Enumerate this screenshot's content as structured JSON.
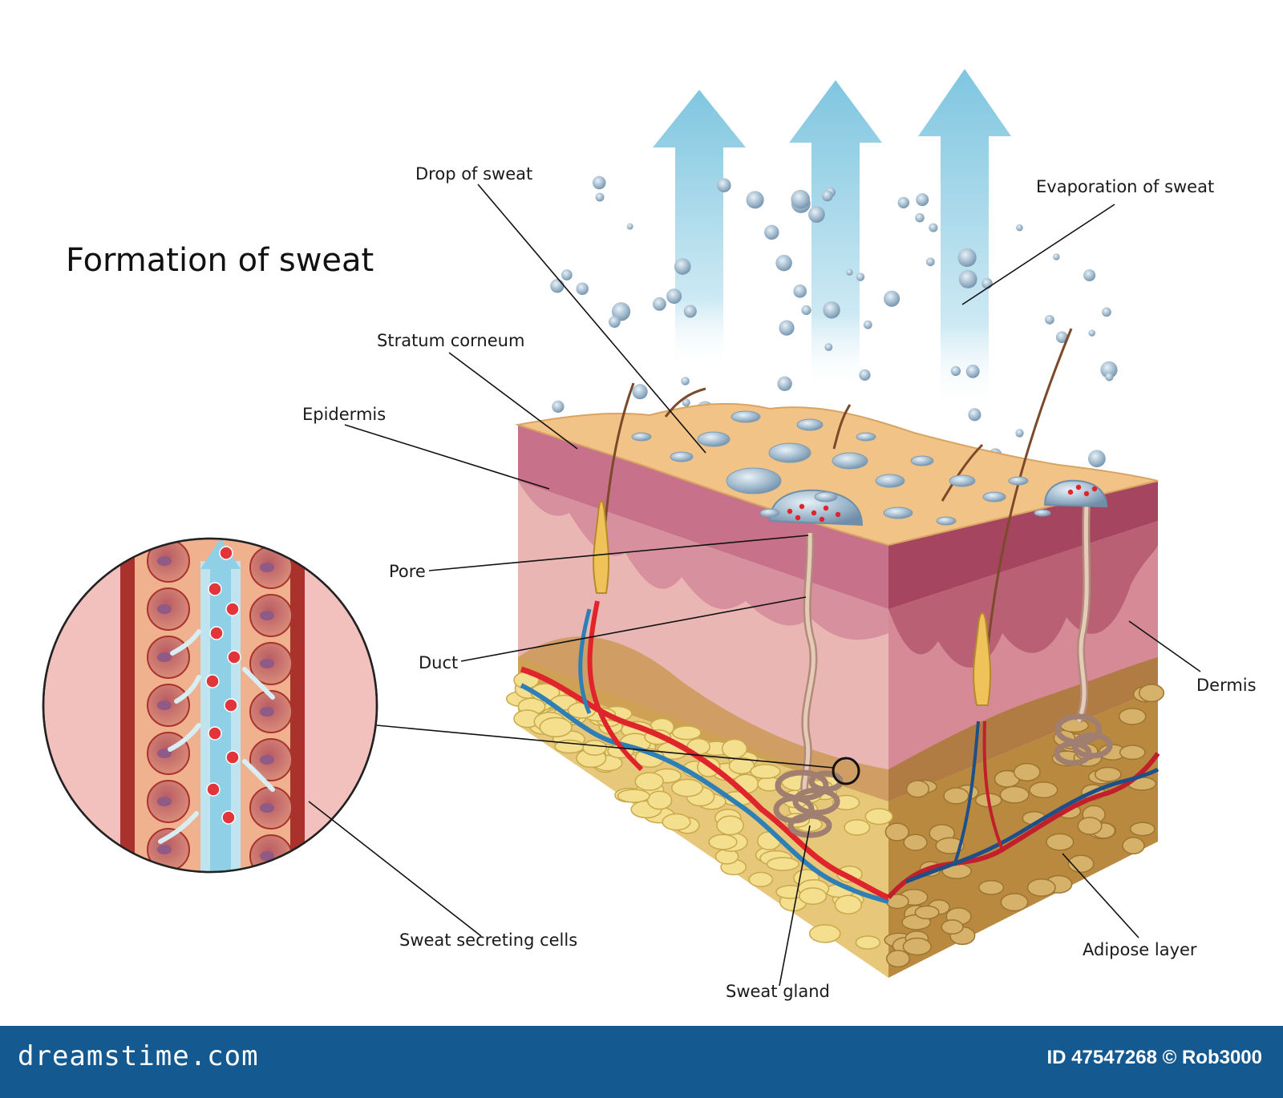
{
  "title": "Formation of sweat",
  "labels": {
    "drop": "Drop of sweat",
    "evaporation": "Evaporation of sweat",
    "stratum": "Stratum corneum",
    "epidermis": "Epidermis",
    "pore": "Pore",
    "duct": "Duct",
    "dermis": "Dermis",
    "secreting": "Sweat secreting cells",
    "gland": "Sweat gland",
    "adipose": "Adipose layer"
  },
  "footer": {
    "brand": "dreamstime.com",
    "id": "ID 47547268 © Rob3000"
  },
  "colors": {
    "arrow": "#8ccfe6",
    "skin_top": "#f3c488",
    "epidermis": "#c86f86",
    "dermis": "#e9b2b2",
    "adipose": "#e8c978",
    "artery": "#e0242b",
    "vein": "#2e7fb5",
    "droplet": "#9db7cc",
    "footer": "#14598f"
  }
}
